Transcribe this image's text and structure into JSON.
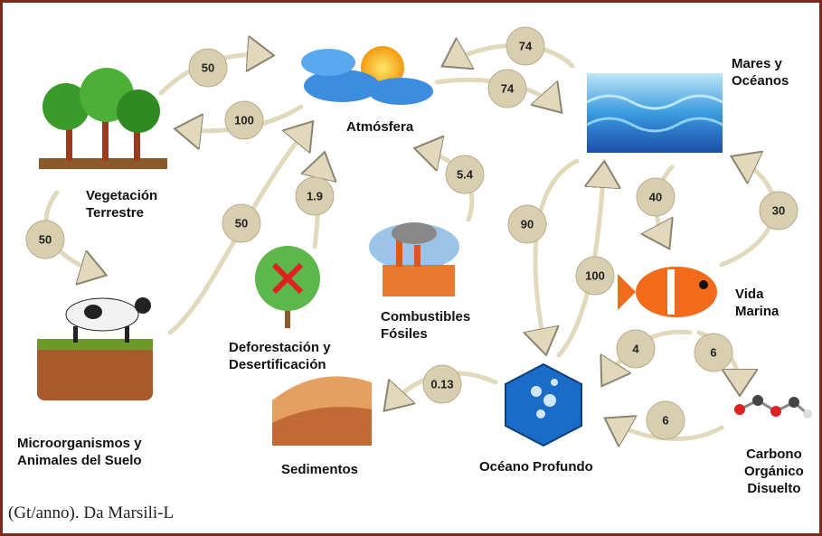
{
  "title": "Ciclo del carbono",
  "nodes": {
    "atmosfera": "Atmósfera",
    "mares_line1": "Mares y",
    "mares_line2": "Océanos",
    "vegetacion_line1": "Vegetación",
    "vegetacion_line2": "Terrestre",
    "micro_line1": "Microorganismos y",
    "micro_line2": "Animales del Suelo",
    "defo_line1": "Deforestación y",
    "defo_line2": "Desertificación",
    "comb_line1": "Combustibles",
    "comb_line2": "Fósiles",
    "sedimentos": "Sedimentos",
    "oceano_profundo": "Océano Profundo",
    "vida_line1": "Vida",
    "vida_line2": "Marina",
    "carbono_line1": "Carbono",
    "carbono_line2": "Orgánico",
    "carbono_line3": "Disuelto"
  },
  "flows": [
    {
      "from": "Vegetación Terrestre",
      "to": "Atmósfera",
      "value": "50"
    },
    {
      "from": "Atmósfera",
      "to": "Vegetación Terrestre",
      "value": "100"
    },
    {
      "from": "Mares y Océanos",
      "to": "Atmósfera",
      "value": "74"
    },
    {
      "from": "Atmósfera",
      "to": "Mares y Océanos",
      "value": "74"
    },
    {
      "from": "Vegetación Terrestre",
      "to": "Microorganismos y Animales del Suelo",
      "value": "50"
    },
    {
      "from": "Microorganismos y Animales del Suelo",
      "to": "Atmósfera",
      "value": "50"
    },
    {
      "from": "Deforestación y Desertificación",
      "to": "Atmósfera",
      "value": "1.9"
    },
    {
      "from": "Combustibles Fósiles",
      "to": "Atmósfera",
      "value": "5.4"
    },
    {
      "from": "Mares y Océanos",
      "to": "Océano Profundo",
      "value": "90"
    },
    {
      "from": "Océano Profundo",
      "to": "Mares y Océanos",
      "value": "100"
    },
    {
      "from": "Mares y Océanos",
      "to": "Vida Marina",
      "value": "40"
    },
    {
      "from": "Vida Marina",
      "to": "Mares y Océanos",
      "value": "30"
    },
    {
      "from": "Vida Marina",
      "to": "Océano Profundo",
      "value": "4"
    },
    {
      "from": "Vida Marina",
      "to": "Carbono Orgánico Disuelto",
      "value": "6"
    },
    {
      "from": "Océano Profundo",
      "to": "Sedimentos",
      "value": "0.13"
    },
    {
      "from": "Carbono Orgánico Disuelto",
      "to": "Océano Profundo",
      "value": "6"
    }
  ],
  "footer": "(Gt/anno). Da Marsili-L",
  "colors": {
    "badge": "#d8ceb0",
    "arrow": "#e2d9bd",
    "border": "#7a2a1a"
  }
}
